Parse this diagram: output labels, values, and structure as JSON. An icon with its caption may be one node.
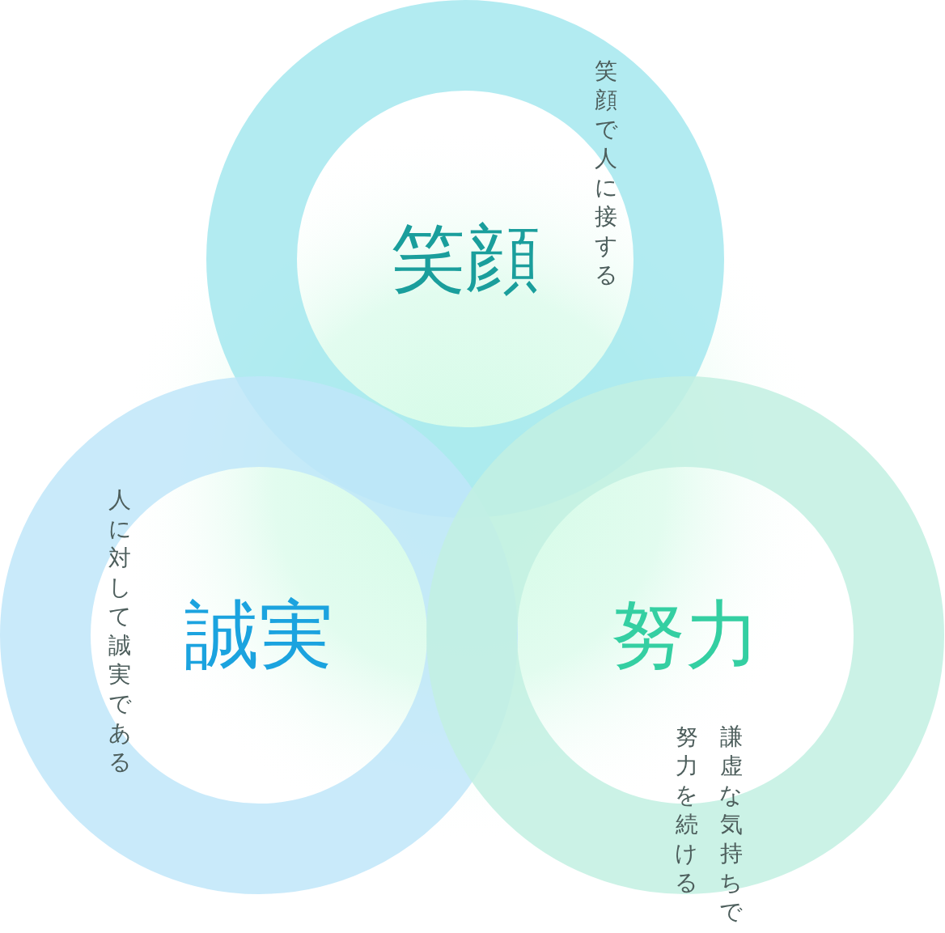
{
  "diagram": {
    "nodes": [
      {
        "text": [
          "笑顔",
          "笑顔で人に接する"
        ]
      },
      {
        "text": [
          "人に対して誠実である",
          "誠実"
        ]
      },
      {
        "text": [
          "努力",
          "謙虚な気持ちで努力を続ける"
        ]
      }
    ]
  }
}
